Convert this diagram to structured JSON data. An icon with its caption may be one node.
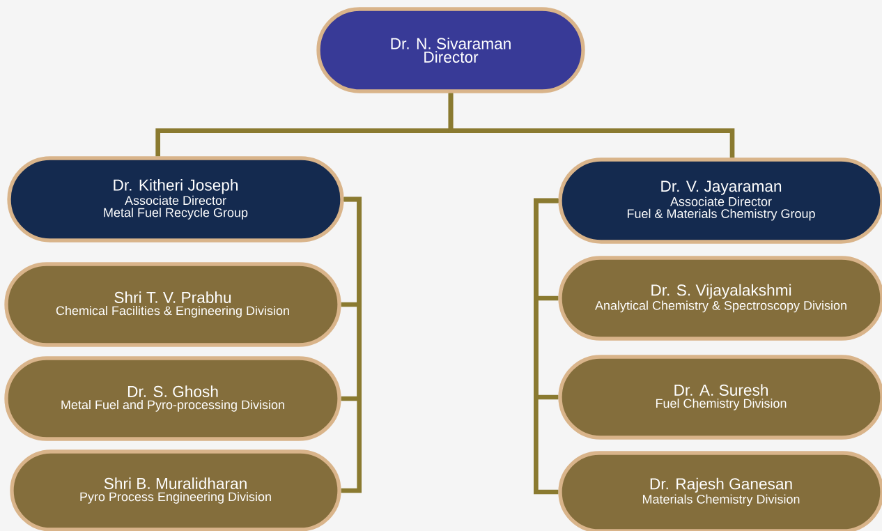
{
  "diagram": {
    "nodes": [
      {
        "text": [
          "Dr. N. Sivaraman",
          "Director"
        ]
      },
      {
        "text": [
          "Dr. Kitheri Joseph",
          "Associate Director",
          "Metal Fuel Recycle Group"
        ]
      },
      {
        "text": [
          "Shri T. V. Prabhu",
          "Chemical Facilities & Engineering Division"
        ]
      },
      {
        "text": [
          "Dr. S. Ghosh",
          "Metal Fuel and Pyro-processing Division"
        ]
      },
      {
        "text": [
          "Shri B. Muralidharan",
          "Pyro Process Engineering Division"
        ]
      },
      {
        "text": [
          "Dr. V. Jayaraman",
          "Associate Director",
          "Fuel & Materials Chemistry Group"
        ]
      },
      {
        "text": [
          "Dr. S. Vijayalakshmi",
          "Analytical Chemistry & Spectroscopy Division"
        ]
      },
      {
        "text": [
          "Dr. A. Suresh",
          "Fuel Chemistry Division"
        ]
      },
      {
        "text": [
          "Dr. Rajesh Ganesan",
          "Materials Chemistry Division"
        ]
      }
    ],
    "edges": [
      {
        "from": 0,
        "to": 1,
        "arrow": "none"
      },
      {
        "from": 0,
        "to": 5,
        "arrow": "none"
      },
      {
        "from": 1,
        "to": 2,
        "arrow": "none"
      },
      {
        "from": 1,
        "to": 3,
        "arrow": "none"
      },
      {
        "from": 1,
        "to": 4,
        "arrow": "none"
      },
      {
        "from": 5,
        "to": 6,
        "arrow": "none"
      },
      {
        "from": 5,
        "to": 7,
        "arrow": "none"
      },
      {
        "from": 5,
        "to": 8,
        "arrow": "none"
      }
    ]
  }
}
